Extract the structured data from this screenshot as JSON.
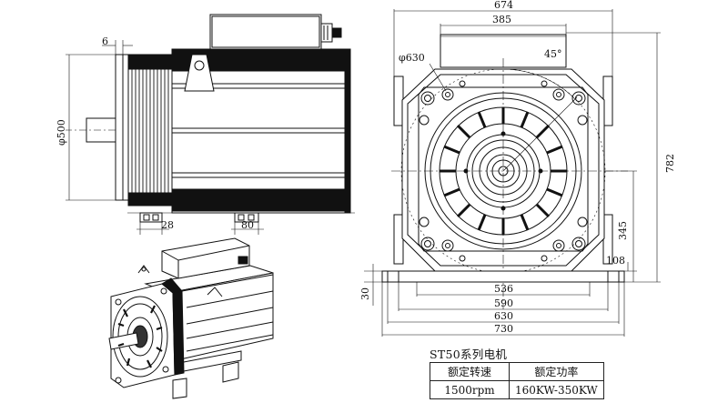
{
  "side_view": {
    "dim_flange_thickness": "6",
    "dim_flange_diameter": "φ500",
    "dim_foot_left": "28",
    "dim_foot_right": "80"
  },
  "front_view": {
    "dim_overall_top": "674",
    "dim_top_box": "385",
    "dim_bolt_circle": "φ630",
    "dim_angle": "45°",
    "dim_height": "782",
    "dim_center_height": "345",
    "dim_foot_height": "108",
    "dim_base_thickness": "30",
    "dim_536": "536",
    "dim_590": "590",
    "dim_630": "630",
    "dim_730": "730"
  },
  "spec": {
    "title": "ST50系列电机",
    "headers": [
      "额定转速",
      "额定功率"
    ],
    "values": [
      "1500rpm",
      "160KW-350KW"
    ]
  }
}
